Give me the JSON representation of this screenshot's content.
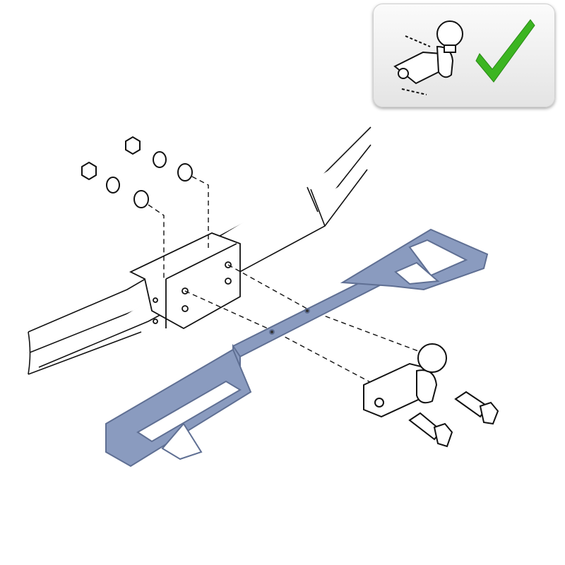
{
  "badge": {
    "icons": [
      "towball-icon",
      "checkmark-icon"
    ],
    "check_color": "#3cb521"
  },
  "diagram": {
    "towbar_color": "#8a9bbf",
    "towbar_edge_color": "#5f6f93",
    "line_color": "#111111",
    "parts": [
      "vehicle-frame",
      "mounting-bracket",
      "nuts",
      "washers",
      "towbar-crossbar",
      "towball",
      "bolts"
    ]
  }
}
